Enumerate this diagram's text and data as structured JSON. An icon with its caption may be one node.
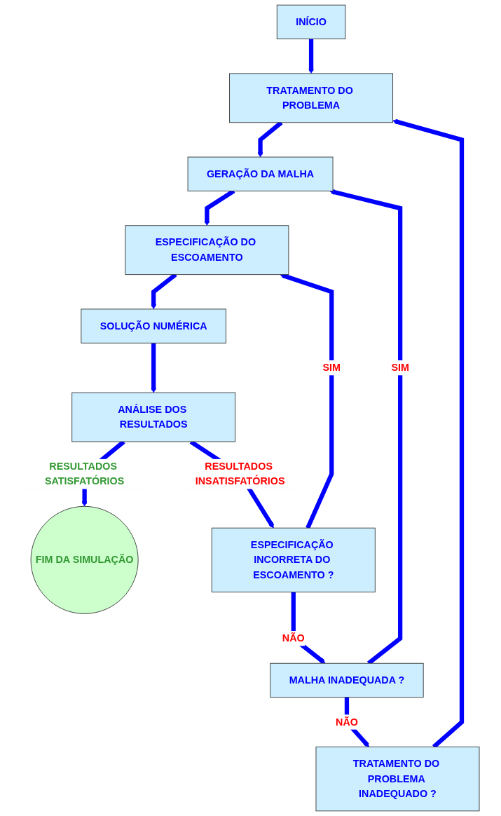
{
  "diagram": {
    "nodes": [
      {
        "text": [
          "INÍCIO"
        ]
      },
      {
        "text": [
          "TRATAMENTO DO PROBLEMA"
        ]
      },
      {
        "text": [
          "GERAÇÃO DA MALHA"
        ]
      },
      {
        "text": [
          "ESPECIFICAÇÃO DO ESCOAMENTO"
        ]
      },
      {
        "text": [
          "SOLUÇÃO NUMÉRICA"
        ]
      },
      {
        "text": [
          "ANÁLISE DOS RESULTADOS"
        ]
      },
      {
        "text": [
          "FIM DA SIMULAÇÃO"
        ]
      },
      {
        "text": [
          "TRATAMENTO DO PROBLEMA INADEQUADO ?"
        ]
      },
      {
        "text": [
          "MALHA INADEQUADA ?"
        ]
      },
      {
        "text": [
          "ESPECIFICAÇÃO INCORRETA DO ESCOAMENTO ?"
        ]
      }
    ],
    "edges": [
      {
        "from": 0,
        "to": 1,
        "arrow": "to"
      },
      {
        "from": 1,
        "to": 2,
        "arrow": "to"
      },
      {
        "from": 2,
        "to": 3,
        "arrow": "to"
      },
      {
        "from": 3,
        "to": 4,
        "arrow": "to"
      },
      {
        "from": 4,
        "to": 5,
        "arrow": "to"
      },
      {
        "from": 5,
        "to": 6,
        "arrow": "to",
        "label": "RESULTADOS SATISFATÓRIOS"
      },
      {
        "from": 5,
        "to": 9,
        "arrow": "to",
        "label": "RESULTADOS INSATISFATÓRIOS"
      },
      {
        "from": 9,
        "to": 3,
        "arrow": "to",
        "label": "SIM"
      },
      {
        "from": 9,
        "to": 8,
        "arrow": "to",
        "label": "NÃO"
      },
      {
        "from": 8,
        "to": 2,
        "arrow": "to",
        "label": "SIM"
      },
      {
        "from": 8,
        "to": 7,
        "arrow": "to",
        "label": "NÃO"
      },
      {
        "from": 7,
        "to": 1,
        "arrow": "to"
      }
    ]
  }
}
